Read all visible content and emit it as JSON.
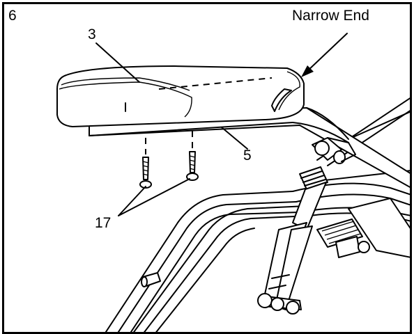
{
  "figure": {
    "step_number": "6",
    "callouts": {
      "narrow_end": "Narrow End",
      "part_3": "3",
      "part_5": "5",
      "part_17": "17"
    }
  },
  "colors": {
    "line": "#000000",
    "background": "#ffffff"
  }
}
